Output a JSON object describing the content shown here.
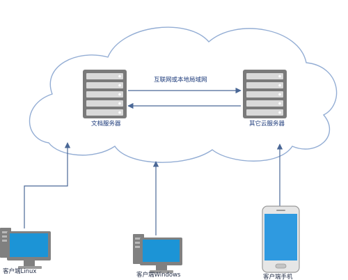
{
  "labels": {
    "network_link": "互联网或本地局域网",
    "doc_server": "文档服务器",
    "other_server": "其它云服务器",
    "client_linux": "客户端Linux",
    "client_windows": "客户端Windows",
    "client_phone": "客户端手机"
  },
  "colors": {
    "cloud_stroke": "#93add4",
    "server_body": "#7a7a7a",
    "server_slot": "#d9d9d9",
    "arrow": "#4a6796",
    "pc_screen": "#1c94d6",
    "phone_screen": "#2f9ae0"
  },
  "icons": {
    "server": "server-rack-icon",
    "desktop": "desktop-computer-icon",
    "phone": "smartphone-icon"
  }
}
